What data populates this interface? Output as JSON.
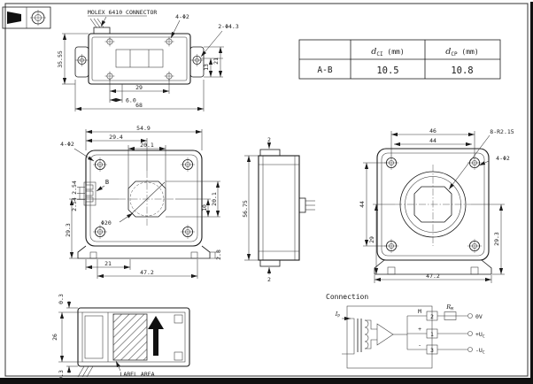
{
  "drawing": {
    "top_view": {
      "connector_label": "MOLEX 6410 CONNECTOR",
      "dim_holes": "4-Φ2",
      "dim_ear_holes": "2-Φ4.3",
      "dim_height": "35.55",
      "dim_21": "21",
      "dim_13": "13",
      "dim_29": "29",
      "dim_6": "6.0",
      "dim_68": "68"
    },
    "spec_table": {
      "row": "A-B",
      "dci_sym": "d",
      "dci_sub": "CI",
      "dci_unit": " (mm)",
      "dcp_sym": "d",
      "dcp_sub": "CP",
      "dcp_unit": " (mm)",
      "dci_val": "10.5",
      "dcp_val": "10.8"
    },
    "front_view": {
      "dim_549": "54.9",
      "dim_294": "29.4",
      "dim_201_top": "20.1",
      "dim_holes": "4-Φ2",
      "label_b": "B",
      "dim_254_a": "2.54",
      "dim_254_b": "2.54",
      "dim_phi20": "Φ20",
      "dim_10": "10",
      "dim_201_right": "20.1",
      "dim_28": "2.8",
      "dim_293": "29.3",
      "dim_21": "21",
      "dim_472": "47.2"
    },
    "side_view": {
      "dim_2_top": "2",
      "dim_5675": "56.75",
      "dim_2_bottom": "2"
    },
    "back_view": {
      "dim_46": "46",
      "dim_44_top": "44",
      "dim_radii": "8-R2.15",
      "dim_holes": "4-Φ2",
      "dim_44_left": "44",
      "dim_29": "29",
      "dim_293": "29.3",
      "dim_472": "47.2"
    },
    "bottom_view": {
      "dim_03_top": "0.3",
      "dim_26": "26",
      "dim_03_bottom": "0.3",
      "label_area": "LABEL AREA"
    },
    "connection": {
      "title": "Connection",
      "current_sym": "I",
      "current_sub": "P",
      "pin_m": "M",
      "pin_plus": "+",
      "pin_minus": "-",
      "pin_2": "2",
      "pin_1": "1",
      "pin_3": "3",
      "res_sym": "R",
      "res_sub": "M",
      "out_0v": "0V",
      "out_pos_sym": "+U",
      "out_pos_sub": "C",
      "out_neg_sym": "-U",
      "out_neg_sub": "C"
    }
  }
}
